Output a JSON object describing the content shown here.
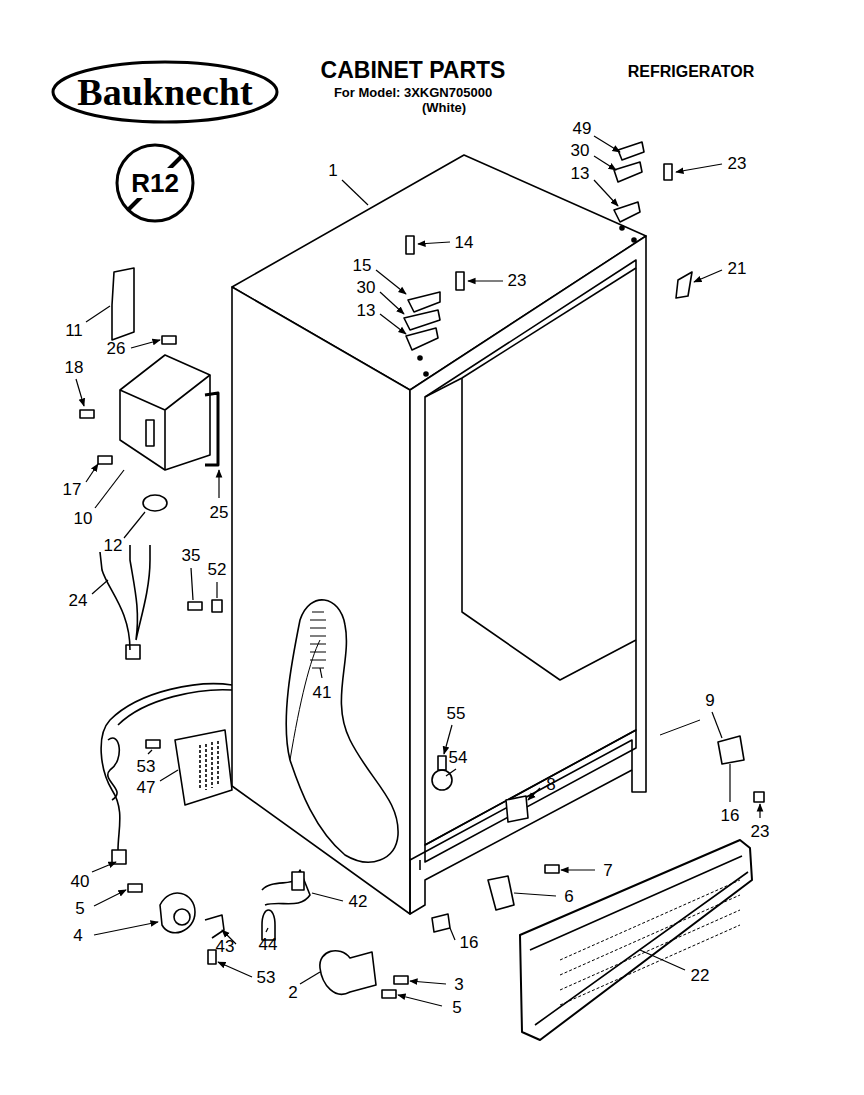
{
  "diagram": {
    "title": "CABINET PARTS",
    "labels": [
      "Bauknecht",
      "For Model: 3XKGN705000",
      "(White)",
      "REFRIGERATOR",
      "R12",
      "1",
      "49",
      "30",
      "13",
      "23",
      "14",
      "15",
      "23",
      "30",
      "13",
      "21",
      "11",
      "26",
      "18",
      "17",
      "10",
      "25",
      "12",
      "35",
      "52",
      "24",
      "41",
      "55",
      "54",
      "9",
      "53",
      "47",
      "8",
      "16",
      "23",
      "40",
      "7",
      "6",
      "42",
      "5",
      "16",
      "4",
      "43",
      "44",
      "22",
      "53",
      "3",
      "2",
      "5"
    ]
  }
}
